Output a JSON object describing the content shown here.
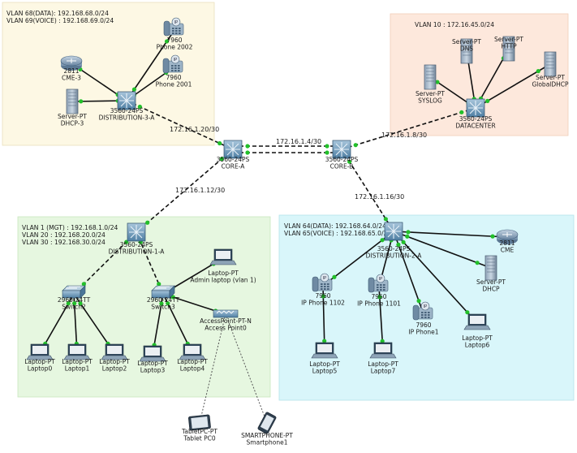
{
  "colors": {
    "zone_top_left": "#fdf8e4",
    "zone_top_right": "#fde8dc",
    "zone_bottom_left": "#e6f7e0",
    "zone_bottom_right": "#d9f6fa",
    "port_up": "#22c02a",
    "link": "#111111"
  },
  "zones": {
    "top_left": [
      "VLAN 68(DATA): 192.168.68.0/24",
      "VLAN 69(VOICE) : 192.168.69.0/24"
    ],
    "top_right": [
      "VLAN 10 : 172.16.45.0/24"
    ],
    "bottom_left": [
      "VLAN 1 (MGT) : 192.168.1.0/24",
      "VLAN 20 : 192.168.20.0/24",
      "VLAN 30 : 192.168.30.0/24"
    ],
    "bottom_right": [
      "VLAN 64(DATA): 192.168.64.0/24",
      "VLAN 65(VOICE) : 192.168.65.0/24"
    ]
  },
  "link_labels": {
    "d3a_corea": "172.16.1.20/30",
    "corea_coreb": "172.16.1.4/30",
    "coreb_dc": "172.16.1.8/30",
    "corea_d1a": "172.16.1.12/30",
    "coreb_d2a": "172.16.1.16/30"
  },
  "devices": {
    "cme3": {
      "icon": "router-icon",
      "labels": [
        "2811",
        "CME-3"
      ]
    },
    "dhcp3": {
      "icon": "server-icon",
      "labels": [
        "Server-PT",
        "DHCP-3"
      ]
    },
    "dist3a": {
      "icon": "multilayer-switch-icon",
      "labels": [
        "3560-24PS",
        "DISTRIBUTION-3-A"
      ]
    },
    "ph2002": {
      "icon": "ip-phone-icon",
      "labels": [
        "7960",
        "Phone 2002"
      ]
    },
    "ph2001": {
      "icon": "ip-phone-icon",
      "labels": [
        "7960",
        "Phone 2001"
      ]
    },
    "corea": {
      "icon": "multilayer-switch-icon",
      "labels": [
        "3560-24PS",
        "CORE-A"
      ]
    },
    "coreb": {
      "icon": "multilayer-switch-icon",
      "labels": [
        "3560-24PS",
        "CORE-B"
      ]
    },
    "syslog": {
      "icon": "server-icon",
      "labels": [
        "Server-PT",
        "SYSLOG"
      ]
    },
    "dns": {
      "icon": "server-icon",
      "labels": [
        "Server-PT",
        "DNS"
      ]
    },
    "http": {
      "icon": "server-icon",
      "labels": [
        "Server-PT",
        "HTTP"
      ]
    },
    "gdhcp": {
      "icon": "server-icon",
      "labels": [
        "Server-PT",
        "GlobalDHCP"
      ]
    },
    "dc": {
      "icon": "multilayer-switch-icon",
      "labels": [
        "3560-24PS",
        "DATACENTER"
      ]
    },
    "dist1a": {
      "icon": "multilayer-switch-icon",
      "labels": [
        "3560-24PS",
        "DISTRIBUTION-1-A"
      ]
    },
    "sw2": {
      "icon": "switch-icon",
      "labels": [
        "2960-24TT",
        "Switch2"
      ]
    },
    "sw3": {
      "icon": "switch-icon",
      "labels": [
        "2960-24TT",
        "Switch3"
      ]
    },
    "adminlap": {
      "icon": "laptop-icon",
      "labels": [
        "Laptop-PT",
        "Admin laptop (vlan 1)"
      ]
    },
    "ap0": {
      "icon": "access-point-icon",
      "labels": [
        "AccessPoint-PT-N",
        "Access Point0"
      ]
    },
    "lap0": {
      "icon": "laptop-icon",
      "labels": [
        "Laptop-PT",
        "Laptop0"
      ]
    },
    "lap1": {
      "icon": "laptop-icon",
      "labels": [
        "Laptop-PT",
        "Laptop1"
      ]
    },
    "lap2": {
      "icon": "laptop-icon",
      "labels": [
        "Laptop-PT",
        "Laptop2"
      ]
    },
    "lap3": {
      "icon": "laptop-icon",
      "labels": [
        "Laptop-PT",
        "Laptop3"
      ]
    },
    "lap4": {
      "icon": "laptop-icon",
      "labels": [
        "Laptop-PT",
        "Laptop4"
      ]
    },
    "tablet": {
      "icon": "tablet-icon",
      "labels": [
        "TabletPC-PT",
        "Tablet PC0"
      ]
    },
    "phone_smart": {
      "icon": "smartphone-icon",
      "labels": [
        "SMARTPHONE-PT",
        "Smartphone1"
      ]
    },
    "dist2a": {
      "icon": "multilayer-switch-icon",
      "labels": [
        "3560-24PS",
        "DISTRIBUTION-2-A"
      ]
    },
    "cme": {
      "icon": "router-icon",
      "labels": [
        "2811",
        "CME"
      ]
    },
    "dhcp": {
      "icon": "server-icon",
      "labels": [
        "Server-PT",
        "DHCP"
      ]
    },
    "ph1102": {
      "icon": "ip-phone-icon",
      "labels": [
        "7960",
        "IP Phone 1102"
      ]
    },
    "ph1101": {
      "icon": "ip-phone-icon",
      "labels": [
        "7960",
        "IP Phone 1101"
      ]
    },
    "ph1": {
      "icon": "ip-phone-icon",
      "labels": [
        "7960",
        "IP Phone1"
      ]
    },
    "lap6": {
      "icon": "laptop-icon",
      "labels": [
        "Laptop-PT",
        "Laptop6"
      ]
    },
    "lap5": {
      "icon": "laptop-icon",
      "labels": [
        "Laptop-PT",
        "Laptop5"
      ]
    },
    "lap7": {
      "icon": "laptop-icon",
      "labels": [
        "Laptop-PT",
        "Laptop7"
      ]
    }
  }
}
